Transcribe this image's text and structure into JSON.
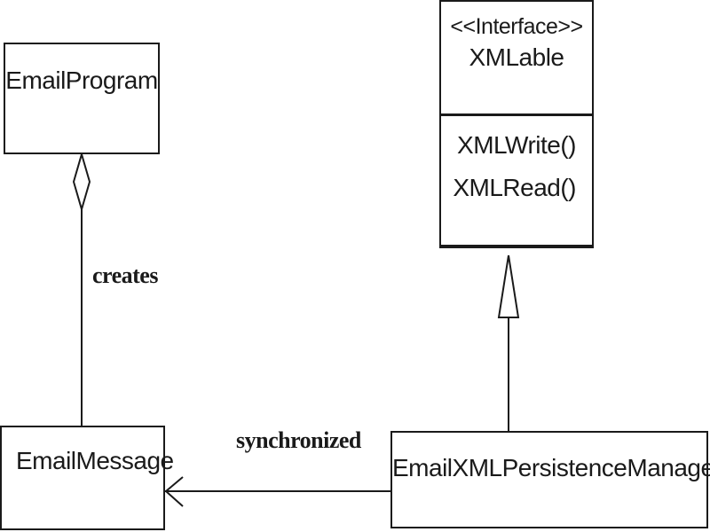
{
  "classes": {
    "email_program": {
      "name": "EmailProgram"
    },
    "email_message": {
      "name": "EmailMessage"
    },
    "xmlable": {
      "stereotype": "<<Interface>>",
      "name": "XMLable",
      "operations": [
        "XMLWrite()",
        "XMLRead()"
      ]
    },
    "persistence_manager": {
      "name": "EmailXMLPersistenceManager"
    }
  },
  "relationships": {
    "creates": {
      "label": "creates",
      "type": "aggregation"
    },
    "synchronized": {
      "label": "synchronized",
      "type": "association"
    },
    "implements": {
      "label": "",
      "type": "realization"
    }
  },
  "colors": {
    "line": "#1a1a1a",
    "background": "#ffffff"
  }
}
